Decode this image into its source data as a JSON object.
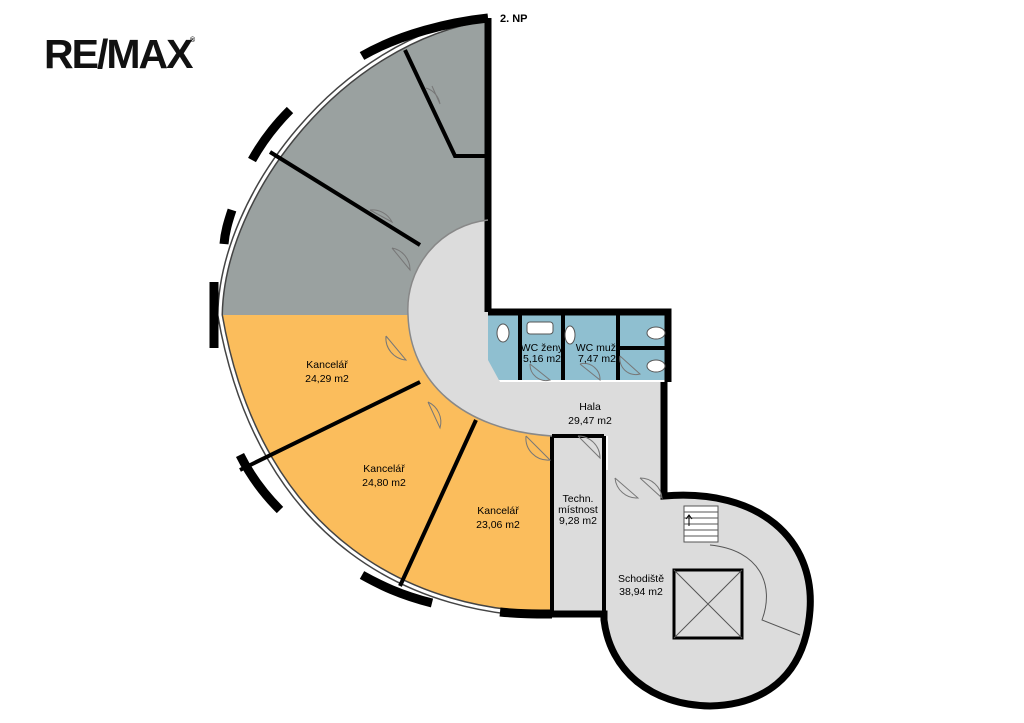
{
  "logo": {
    "text": "RE/MAX",
    "reg": "®"
  },
  "floor": {
    "label": "2. NP"
  },
  "colors": {
    "office_gray": "#9aa1a0",
    "office_orange": "#fbbd5c",
    "hall": "#dcdcdc",
    "wc": "#8fbfd0",
    "wall": "#000000",
    "window": "#ffffff"
  },
  "rooms": {
    "office1": {
      "name": "Kancelář",
      "area": "24,29 m2"
    },
    "office2": {
      "name": "Kancelář",
      "area": "24,80 m2"
    },
    "office3": {
      "name": "Kancelář",
      "area": "23,06 m2"
    },
    "hall": {
      "name": "Hala",
      "area": "29,47 m2"
    },
    "wc_women": {
      "name": "WC ženy",
      "area": "5,16 m2"
    },
    "wc_men": {
      "name": "WC muži",
      "area": "7,47 m2"
    },
    "tech": {
      "name_line1": "Techn.",
      "name_line2": "místnost",
      "area": "9,28 m2"
    },
    "stairs": {
      "name": "Schodiště",
      "area": "38,94 m2"
    }
  }
}
